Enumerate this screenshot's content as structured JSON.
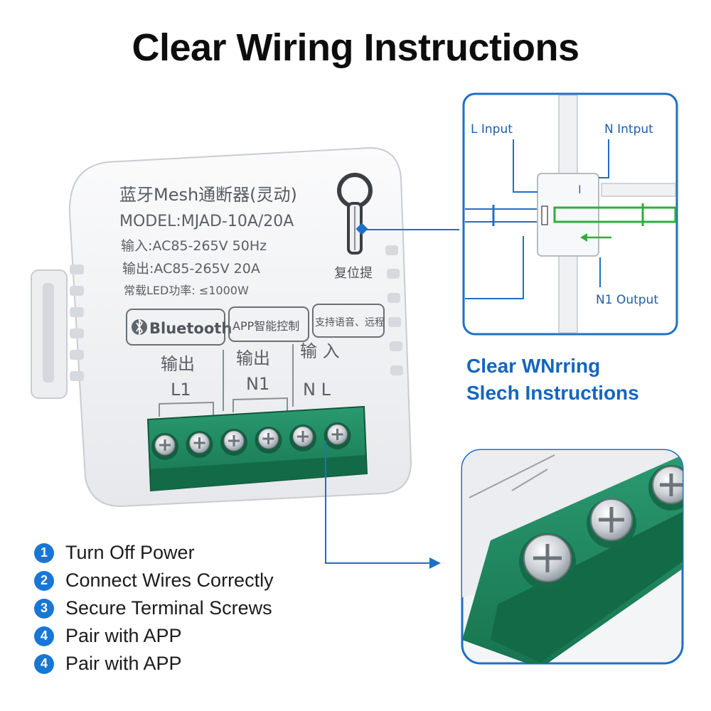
{
  "title": "Clear Wiring Instructions",
  "device": {
    "name": "蓝牙Mesh通断器(灵动)",
    "model": "MODEL:MJAD-10A/20A",
    "input_spec": "输入:AC85-265V  50Hz",
    "output_spec": "输出:AC85-265V  20A",
    "led_power": "常载LED功率: ≤1000W",
    "reset_label": "复位提",
    "badges": [
      "Bluetooth",
      "APP智能控制",
      "支持语音、远程"
    ],
    "terminal_groups": [
      {
        "top": "输出",
        "bottom": "L1"
      },
      {
        "top": "输出",
        "bottom": "N1"
      },
      {
        "top": "输 入",
        "bottom": "N   L"
      }
    ],
    "terminal_count": 6
  },
  "diagram": {
    "l_input": "L Input",
    "n_input": "N Intput",
    "n1_output": "N1 Output",
    "mid_label": "I"
  },
  "side_title": {
    "line1": "Clear WNrring",
    "line2": "Slech Instructions"
  },
  "steps": [
    {
      "num": "1",
      "label": "Turn Off Power"
    },
    {
      "num": "2",
      "label": "Connect Wires Correctly"
    },
    {
      "num": "3",
      "label": "Secure Terminal Screws"
    },
    {
      "num": "4",
      "label": "Pair with APP"
    },
    {
      "num": "4",
      "label": "Pair with APP"
    }
  ],
  "colors": {
    "accent_blue": "#1877d4",
    "terminal_green": "#1f8a63",
    "wire_green": "#2fae3e",
    "device_white": "#f1f2f4"
  }
}
